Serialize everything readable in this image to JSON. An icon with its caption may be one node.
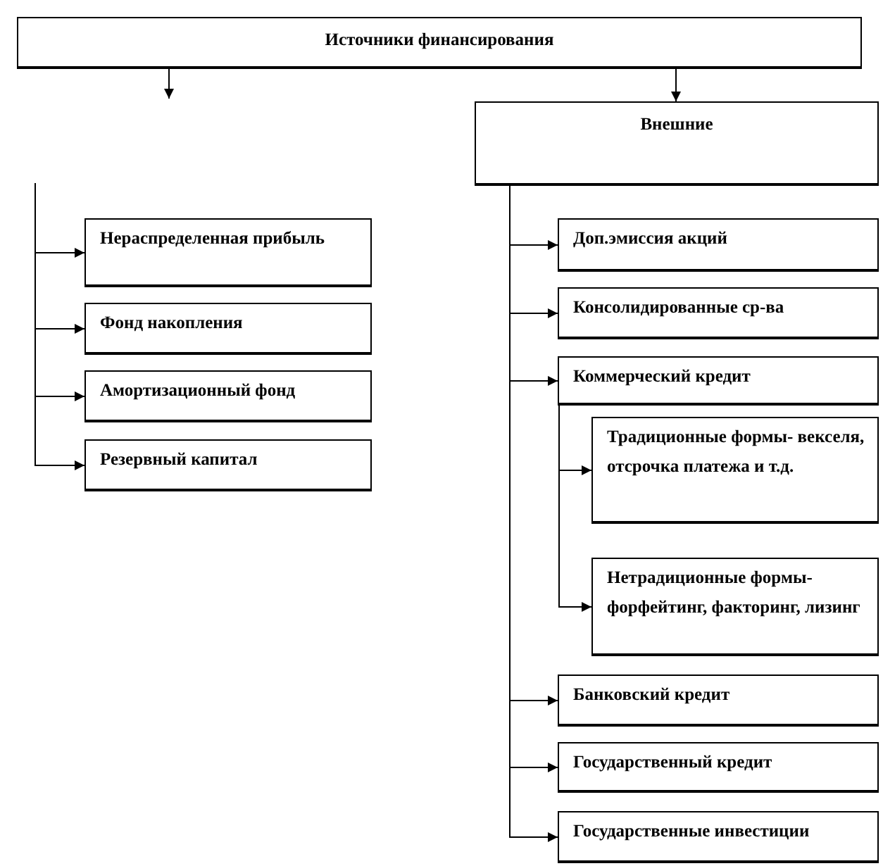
{
  "diagram": {
    "nodes": [
      {
        "text": [
          "Источники финансирования"
        ]
      },
      {
        "text": [
          "Внешние"
        ]
      },
      {
        "text": [
          "Нераспределенная прибыль"
        ]
      },
      {
        "text": [
          "Фонд накопления"
        ]
      },
      {
        "text": [
          "Амортизационный фонд"
        ]
      },
      {
        "text": [
          "Резервный капитал"
        ]
      },
      {
        "text": [
          "Доп.эмиссия акций"
        ]
      },
      {
        "text": [
          "Консолидированные ср-ва"
        ]
      },
      {
        "text": [
          "Коммерческий кредит"
        ]
      },
      {
        "text": [
          "Традиционные формы- векселя, отсрочка платежа и т.д."
        ]
      },
      {
        "text": [
          "Нетрадиционные формы- форфейтинг, факторинг, лизинг"
        ]
      },
      {
        "text": [
          "Банковский кредит"
        ]
      },
      {
        "text": [
          "Государственный кредит"
        ]
      },
      {
        "text": [
          "Государственные инвестиции"
        ]
      }
    ],
    "edges": [
      {
        "from": 0,
        "to": null,
        "arrow": "to"
      },
      {
        "from": 0,
        "to": 1,
        "arrow": "to"
      },
      {
        "from": null,
        "to": 2,
        "arrow": "to"
      },
      {
        "from": null,
        "to": 3,
        "arrow": "to"
      },
      {
        "from": null,
        "to": 4,
        "arrow": "to"
      },
      {
        "from": null,
        "to": 5,
        "arrow": "to"
      },
      {
        "from": 1,
        "to": 6,
        "arrow": "to"
      },
      {
        "from": 1,
        "to": 7,
        "arrow": "to"
      },
      {
        "from": 1,
        "to": 8,
        "arrow": "to"
      },
      {
        "from": 8,
        "to": 9,
        "arrow": "to"
      },
      {
        "from": 8,
        "to": 10,
        "arrow": "to"
      },
      {
        "from": 1,
        "to": 11,
        "arrow": "to"
      },
      {
        "from": 1,
        "to": 12,
        "arrow": "to"
      },
      {
        "from": 1,
        "to": 13,
        "arrow": "to"
      }
    ]
  }
}
